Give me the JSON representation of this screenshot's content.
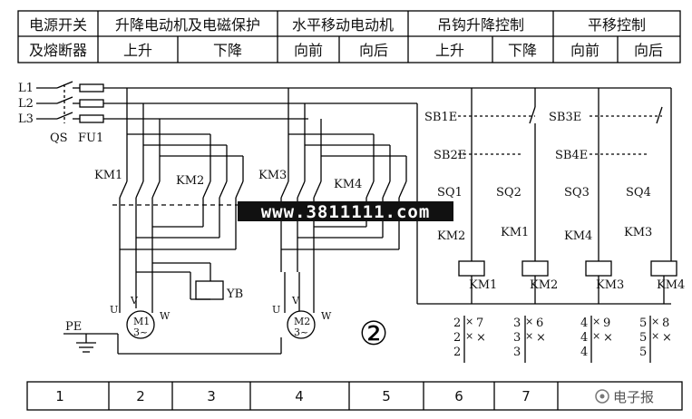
{
  "header": {
    "power_switch": "电源开关",
    "fuse": "及熔断器",
    "lift_motor": "升降电动机及电磁保护",
    "lift_up": "上升",
    "lift_down": "下降",
    "horiz_motor": "水平移动电动机",
    "horiz_fwd": "向前",
    "horiz_back": "向后",
    "hook_ctrl": "吊钩升降控制",
    "hook_up": "上升",
    "hook_down": "下降",
    "trans_ctrl": "平移控制",
    "trans_fwd": "向前",
    "trans_back": "向后"
  },
  "labels": {
    "L1": "L1",
    "L2": "L2",
    "L3": "L3",
    "QS": "QS",
    "FU1": "FU1",
    "KM1": "KM1",
    "KM2": "KM2",
    "KM3": "KM3",
    "KM4": "KM4",
    "YB": "YB",
    "PE": "PE",
    "M1": "M1",
    "M2": "M2",
    "three_phase": "3~",
    "U": "U",
    "V": "V",
    "W": "W",
    "circle_num": "②",
    "SB1": "SB1E",
    "SB2": "SB2E",
    "SB3": "SB3E",
    "SB4": "SB4E",
    "SQ1": "SQ1",
    "SQ2": "SQ2",
    "SQ3": "SQ3",
    "SQ4": "SQ4",
    "cKM2a": "KM2",
    "cKM1a": "KM1",
    "cKM4a": "KM4",
    "cKM3a": "KM3",
    "coil1": "KM1",
    "coil2": "KM2",
    "coil3": "KM3",
    "coil4": "KM4"
  },
  "watermark": "www.3811111.com",
  "contact_tables": [
    {
      "rows": [
        [
          "2",
          "7"
        ],
        [
          "2",
          "×"
        ],
        [
          "2",
          ""
        ]
      ]
    },
    {
      "rows": [
        [
          "3",
          "6"
        ],
        [
          "3",
          "×"
        ],
        [
          "3",
          ""
        ]
      ]
    },
    {
      "rows": [
        [
          "4",
          "9"
        ],
        [
          "4",
          "×"
        ],
        [
          "4",
          ""
        ]
      ]
    },
    {
      "rows": [
        [
          "5",
          "8"
        ],
        [
          "5",
          "×"
        ],
        [
          "5",
          ""
        ]
      ]
    }
  ],
  "columns": [
    "1",
    "2",
    "3",
    "4",
    "5",
    "6",
    "7"
  ],
  "logo_text": "电子报"
}
